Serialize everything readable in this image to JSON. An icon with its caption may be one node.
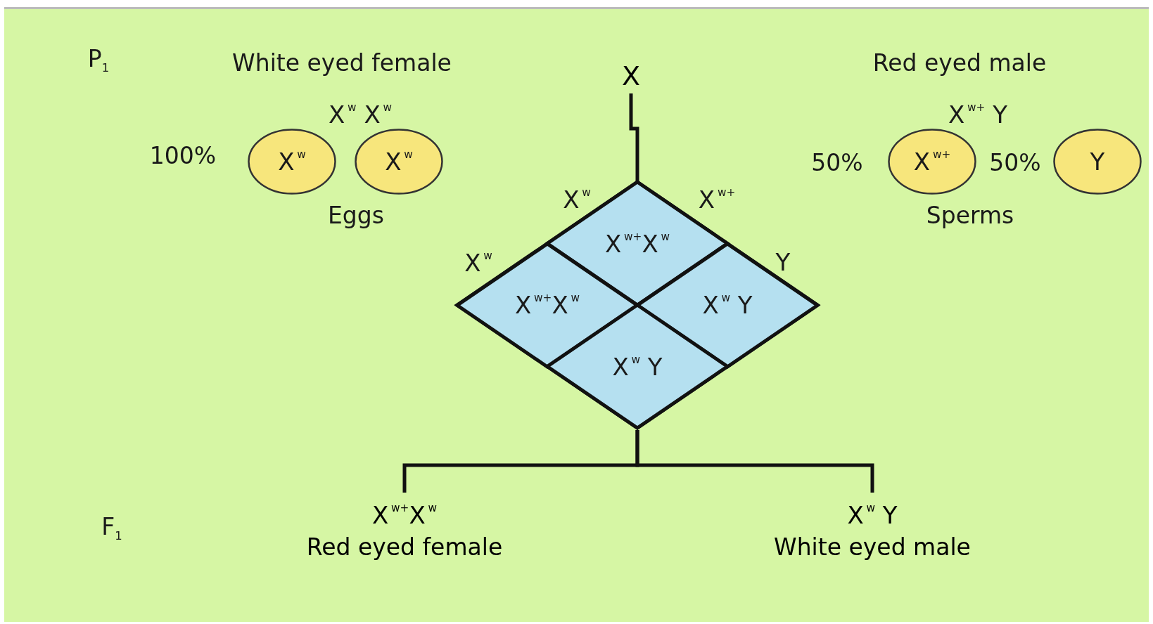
{
  "diagram": {
    "nodes": [
      {
        "text": [
          "X"
        ]
      },
      {
        "text": [
          "X$^{w}$"
        ]
      },
      {
        "text": [
          "X$^{w}$"
        ]
      },
      {
        "text": [
          "X$^{w+}$"
        ]
      },
      {
        "text": [
          "Y"
        ]
      },
      {
        "text": [],
        "shape": "diamond"
      },
      {
        "text": [
          "X$^{w+}$X$^{w}$"
        ],
        "in": 5
      },
      {
        "text": [
          "X$^{w+}$X$^{w}$"
        ],
        "in": 5
      },
      {
        "text": [
          "X$^{w}$ Y"
        ],
        "in": 5
      },
      {
        "text": [
          "X$^{w}$ Y"
        ],
        "in": 5
      },
      {
        "text": [
          "X$^{w+}$X$^{w}$",
          "Red eyed female"
        ]
      },
      {
        "text": [
          "X$^{w}$ Y",
          "White eyed male"
        ]
      }
    ],
    "edges": [
      {
        "from": 0,
        "to": 5,
        "arrow": "none"
      },
      {
        "from": 5,
        "to": 10,
        "arrow": "none"
      },
      {
        "from": 5,
        "to": 11,
        "arrow": "none"
      }
    ],
    "labels": [
      "P$_{1}$",
      "White eyed female",
      "Red eyed male",
      "X$^{w}$ X$^{w}$",
      "X$^{w+}$ Y",
      "100%",
      "50%",
      "50%",
      "Eggs",
      "Sperms",
      "X$^{w}$",
      "X$^{w+}$",
      "X$^{w}$",
      "Y",
      "F$_{1}$"
    ]
  }
}
